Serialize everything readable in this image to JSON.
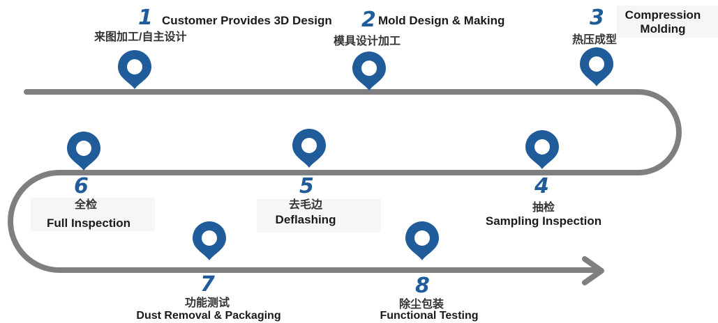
{
  "colors": {
    "track": "#7f7f7f",
    "marker": "#1f5c99",
    "number": "#1f5c99",
    "text": "#1a1a1a"
  },
  "steps": [
    {
      "number": "1",
      "en": "Customer Provides 3D Design",
      "cn": "来图加工/自主设计",
      "icon": "location-pin-icon"
    },
    {
      "number": "2",
      "en": "Mold Design & Making",
      "cn": "模具设计加工",
      "icon": "location-pin-icon"
    },
    {
      "number": "3",
      "en": "Compression\nMolding",
      "cn": "热压成型",
      "icon": "location-pin-icon"
    },
    {
      "number": "4",
      "en": "Sampling Inspection",
      "cn": "抽检",
      "icon": "location-pin-icon"
    },
    {
      "number": "5",
      "en": "Deflashing",
      "cn": "去毛边",
      "icon": "location-pin-icon"
    },
    {
      "number": "6",
      "en": "Full Inspection",
      "cn": "全检",
      "icon": "location-pin-icon"
    },
    {
      "number": "7",
      "en": "Dust Removal & Packaging",
      "cn": "功能测试",
      "icon": "location-pin-icon"
    },
    {
      "number": "8",
      "en": "Functional Testing",
      "cn": "除尘包装",
      "icon": "location-pin-icon"
    }
  ]
}
